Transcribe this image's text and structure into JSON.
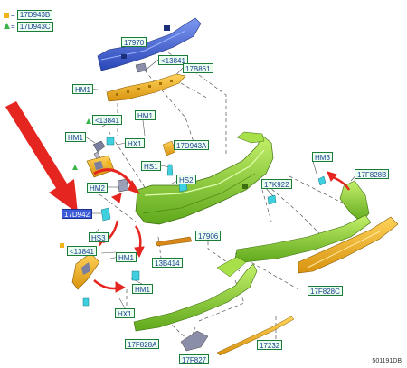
{
  "legend": [
    {
      "symbol": "yellow-square",
      "color": "#f2b31b",
      "code": "17D943B"
    },
    {
      "symbol": "green-triangle",
      "color": "#39b54a",
      "code": "17D943C"
    }
  ],
  "labels": [
    {
      "id": "17970",
      "text": "17970"
    },
    {
      "id": "13841-top",
      "text": "<13841"
    },
    {
      "id": "17B861",
      "text": "17B861"
    },
    {
      "id": "HM1-a",
      "text": "HM1"
    },
    {
      "id": "13841-mid",
      "text": "<13841"
    },
    {
      "id": "HM1-b",
      "text": "HM1"
    },
    {
      "id": "HM1-c",
      "text": "HM1"
    },
    {
      "id": "HX1-a",
      "text": "HX1"
    },
    {
      "id": "17D943A",
      "text": "17D943A"
    },
    {
      "id": "HS1",
      "text": "HS1"
    },
    {
      "id": "HS2",
      "text": "HS2"
    },
    {
      "id": "HM2",
      "text": "HM2"
    },
    {
      "id": "17D942",
      "text": "17D942"
    },
    {
      "id": "HS3",
      "text": "HS3"
    },
    {
      "id": "17K922",
      "text": "17K922"
    },
    {
      "id": "17906",
      "text": "17906"
    },
    {
      "id": "13841-low",
      "text": "<13841"
    },
    {
      "id": "HM1-d",
      "text": "HM1"
    },
    {
      "id": "13B414",
      "text": "13B414"
    },
    {
      "id": "HM1-e",
      "text": "HM1"
    },
    {
      "id": "HM3",
      "text": "HM3"
    },
    {
      "id": "17F828B",
      "text": "17F828B"
    },
    {
      "id": "17F828C",
      "text": "17F828C"
    },
    {
      "id": "HX1-b",
      "text": "HX1"
    },
    {
      "id": "17F828A",
      "text": "17F828A"
    },
    {
      "id": "17F827",
      "text": "17F827"
    },
    {
      "id": "17232",
      "text": "17232"
    }
  ],
  "highlighted_label": "17D942",
  "doc_id": "501191DB",
  "colors": {
    "bumper_green": "#8fd12c",
    "reinforcement_blue": "#3a5fd6",
    "bracket_yellow": "#f2b31b",
    "clip_cyan": "#3fd0e0",
    "arrow_red": "#e5251f",
    "leader_line": "#555555"
  }
}
